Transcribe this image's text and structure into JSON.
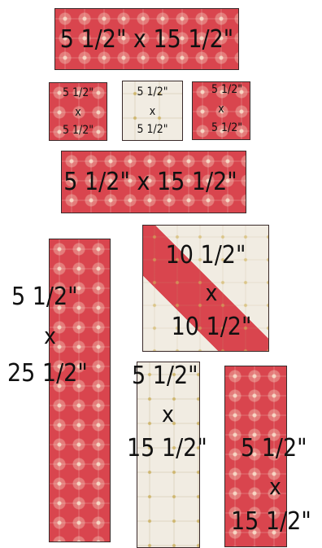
{
  "pieces": {
    "top_strip": {
      "line1": "5 1/2\" x 15 1/2\""
    },
    "small_left": {
      "line1": "5 1/2\"",
      "line2": "x",
      "line3": "5 1/2\""
    },
    "small_mid": {
      "line1": "5 1/2\"",
      "line2": "x",
      "line3": "5 1/2\""
    },
    "small_right": {
      "line1": "5 1/2\"",
      "line2": "x",
      "line3": "5 1/2\""
    },
    "second_strip": {
      "line1": "5 1/2\" x 15 1/2\""
    },
    "tall_red": {
      "line1": "5 1/2\"",
      "line2": "x",
      "line3": "25 1/2\""
    },
    "hst_square": {
      "line1": "10 1/2\"",
      "line2": "x",
      "line3": "10 1/2\""
    },
    "cream_tall": {
      "line1": "5 1/2\"",
      "line2": "x",
      "line3": "15 1/2\""
    },
    "red_tall_right": {
      "line1": "5 1/2\"",
      "line2": "x",
      "line3": "15 1/2\""
    }
  }
}
